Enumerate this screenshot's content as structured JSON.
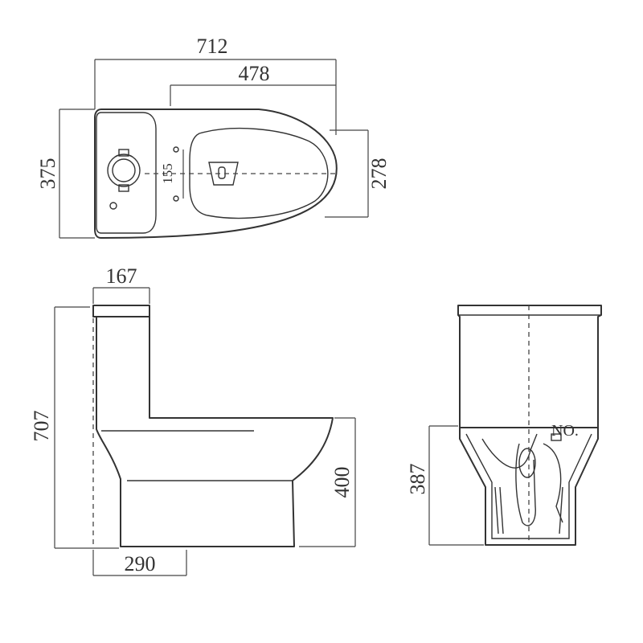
{
  "top_view": {
    "overall_length": "712",
    "outlet_to_front": "478",
    "overall_width": "375",
    "bowl_width": "278",
    "fixing_holes": "155"
  },
  "side_view": {
    "tank_depth": "167",
    "overall_height": "707",
    "bowl_height": "400",
    "outlet_distance": "290"
  },
  "front_view": {
    "seat_height": "387",
    "label": "NO."
  }
}
